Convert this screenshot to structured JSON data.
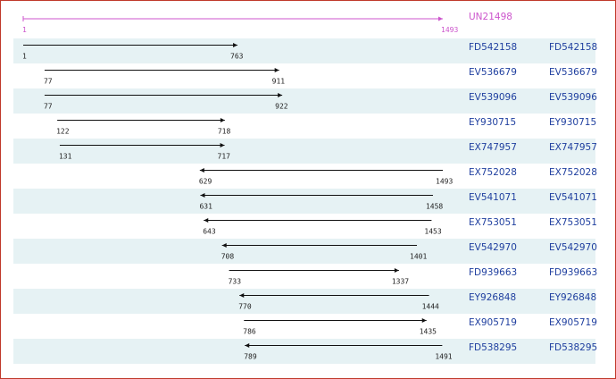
{
  "reference": {
    "id": "UN21498",
    "start": 1,
    "end": 1493,
    "color": "#cc55cc"
  },
  "scale": {
    "min": 1,
    "max": 1493
  },
  "rows": [
    {
      "id": "FD542158",
      "id2": "FD542158",
      "start": 1,
      "end": 763,
      "strand": "+"
    },
    {
      "id": "EV536679",
      "id2": "EV536679",
      "start": 77,
      "end": 911,
      "strand": "+"
    },
    {
      "id": "EV539096",
      "id2": "EV539096",
      "start": 77,
      "end": 922,
      "strand": "+"
    },
    {
      "id": "EY930715",
      "id2": "EY930715",
      "start": 122,
      "end": 718,
      "strand": "+"
    },
    {
      "id": "EX747957",
      "id2": "EX747957",
      "start": 131,
      "end": 717,
      "strand": "+"
    },
    {
      "id": "EX752028",
      "id2": "EX752028",
      "start": 629,
      "end": 1493,
      "strand": "-"
    },
    {
      "id": "EV541071",
      "id2": "EV541071",
      "start": 631,
      "end": 1458,
      "strand": "-"
    },
    {
      "id": "EX753051",
      "id2": "EX753051",
      "start": 643,
      "end": 1453,
      "strand": "-"
    },
    {
      "id": "EV542970",
      "id2": "EV542970",
      "start": 708,
      "end": 1401,
      "strand": "-"
    },
    {
      "id": "FD939663",
      "id2": "FD939663",
      "start": 733,
      "end": 1337,
      "strand": "+"
    },
    {
      "id": "EY926848",
      "id2": "EY926848",
      "start": 770,
      "end": 1444,
      "strand": "-"
    },
    {
      "id": "EX905719",
      "id2": "EX905719",
      "start": 786,
      "end": 1435,
      "strand": "+"
    },
    {
      "id": "FD538295",
      "id2": "FD538295",
      "start": 789,
      "end": 1491,
      "strand": "-"
    }
  ],
  "colors": {
    "link": "#1f3f9f",
    "shade": "#e6f2f4",
    "line": "#111111",
    "border": "#c0392b"
  }
}
